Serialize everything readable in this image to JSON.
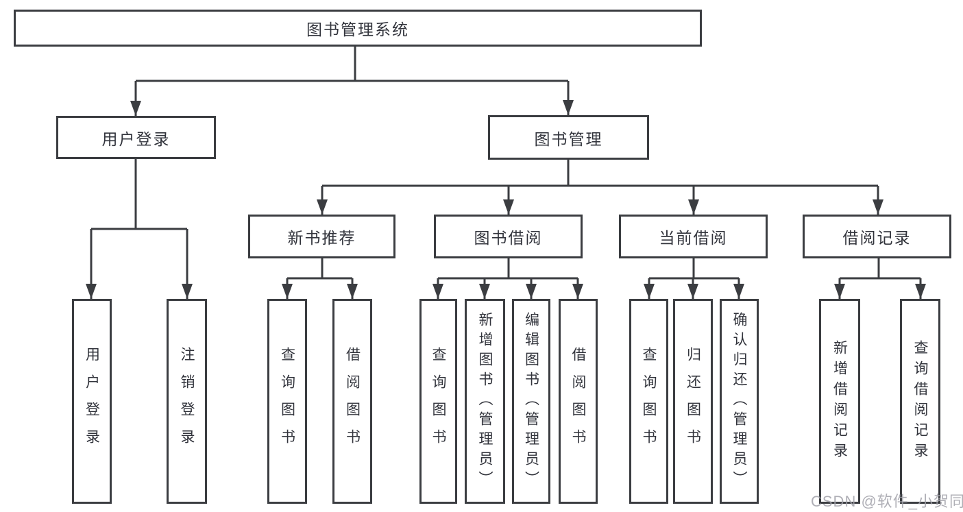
{
  "tree": {
    "root": {
      "label": "图书管理系统"
    },
    "children": [
      {
        "label": "用户登录",
        "children": [
          {
            "label": "用户登录"
          },
          {
            "label": "注销登录"
          }
        ]
      },
      {
        "label": "图书管理",
        "children": [
          {
            "label": "新书推荐",
            "children": [
              {
                "label": "查询图书"
              },
              {
                "label": "借阅图书"
              }
            ]
          },
          {
            "label": "图书借阅",
            "children": [
              {
                "label": "查询图书"
              },
              {
                "label": "新增图书（管理员）"
              },
              {
                "label": "编辑图书（管理员）"
              },
              {
                "label": "借阅图书"
              }
            ]
          },
          {
            "label": "当前借阅",
            "children": [
              {
                "label": "查询图书"
              },
              {
                "label": "归还图书"
              },
              {
                "label": "确认归还（管理员）"
              }
            ]
          },
          {
            "label": "借阅记录",
            "children": [
              {
                "label": "新增借阅记录"
              },
              {
                "label": "查询借阅记录"
              }
            ]
          }
        ]
      }
    ]
  },
  "watermark": {
    "text": "CSDN @软件_小贺同学"
  },
  "colors": {
    "line_and_border": "#3b3d41",
    "node_text": "#32343c",
    "watermark_text": "#a2a2aa",
    "background": "#ffffff"
  }
}
